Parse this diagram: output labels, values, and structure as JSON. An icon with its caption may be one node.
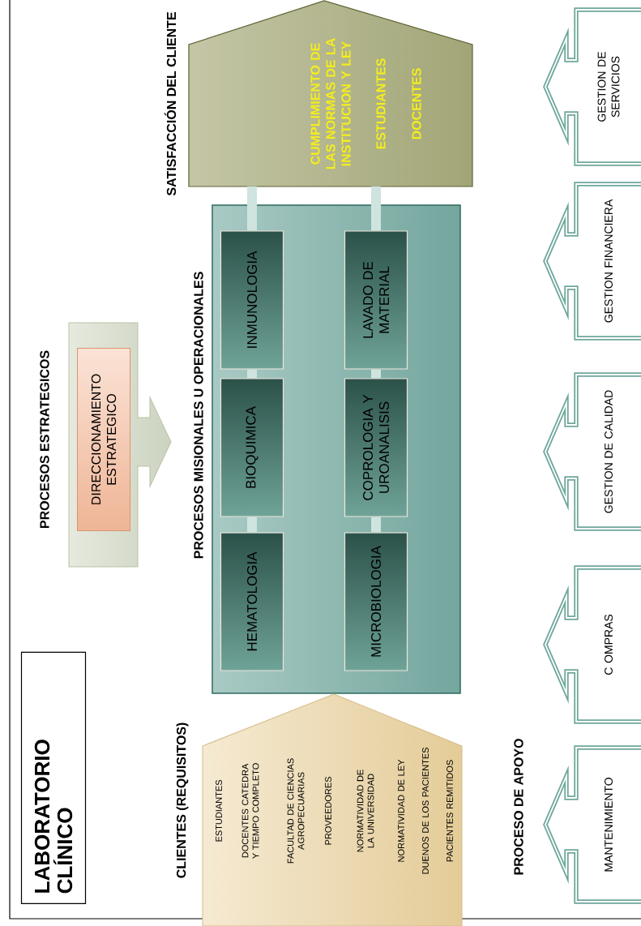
{
  "diagram": {
    "title": "LABORATORIO CLÍNICO",
    "nodes": [
      {
        "text": [
          "PROCESOS ESTRATEGICOS"
        ]
      },
      {
        "text": [
          "DIRECCIONAMIENTO ESTRATEGICO"
        ],
        "in": 0
      },
      {
        "text": [
          "PROCESOS MISIONALES U OPERACIONALES"
        ]
      },
      {
        "text": [
          "HEMATOLOGIA"
        ],
        "in": 2
      },
      {
        "text": [
          "BIOQUIMICA"
        ],
        "in": 2
      },
      {
        "text": [
          "INMUNOLOGIA"
        ],
        "in": 2
      },
      {
        "text": [
          "MICROBIOLOGIA"
        ],
        "in": 2
      },
      {
        "text": [
          "COPROLOGIA Y UROANALISIS"
        ],
        "in": 2
      },
      {
        "text": [
          "LAVADO DE MATERIAL"
        ],
        "in": 2
      },
      {
        "text": [
          "SATISFACCIÓN DEL CLIENTE",
          "CUMPLIMIENTO DE LAS NORMAS DE LA INSTITUCION Y LEY",
          "ESTUDIANTES",
          "DOCENTES"
        ]
      },
      {
        "text": [
          "CLIENTES (REQUISITOS)",
          "ESTUDIANTES",
          "DOCENTES CATEDRA Y TIEMPO COMPLETO",
          "FACULTAD DE CIENCIAS AGROPECUARIAS",
          "PROVEEDORES",
          "NORMATIVIDAD DE LA UNIVERSIDAD",
          "NORMATIVIDAD DE LEY",
          "DUENOS DE LOS PACIENTES",
          "PACIENTES REMITIDOS"
        ]
      },
      {
        "text": [
          "MANTENIMIENTO"
        ]
      },
      {
        "text": [
          "C OMPRAS"
        ]
      },
      {
        "text": [
          "GESTION DE CALIDAD"
        ]
      },
      {
        "text": [
          "GESTION FINANCIERA"
        ]
      },
      {
        "text": [
          "GESTION DE SERVICIOS"
        ]
      }
    ],
    "edges": [
      {
        "from": 3,
        "to": 4,
        "arrow": "none"
      },
      {
        "from": 4,
        "to": 5,
        "arrow": "none"
      },
      {
        "from": 5,
        "to": 9,
        "arrow": "none"
      },
      {
        "from": 6,
        "to": 7,
        "arrow": "none"
      },
      {
        "from": 7,
        "to": 8,
        "arrow": "none"
      },
      {
        "from": 8,
        "to": 9,
        "arrow": "none"
      }
    ],
    "labels": [
      "PROCESO DE APOYO"
    ]
  }
}
